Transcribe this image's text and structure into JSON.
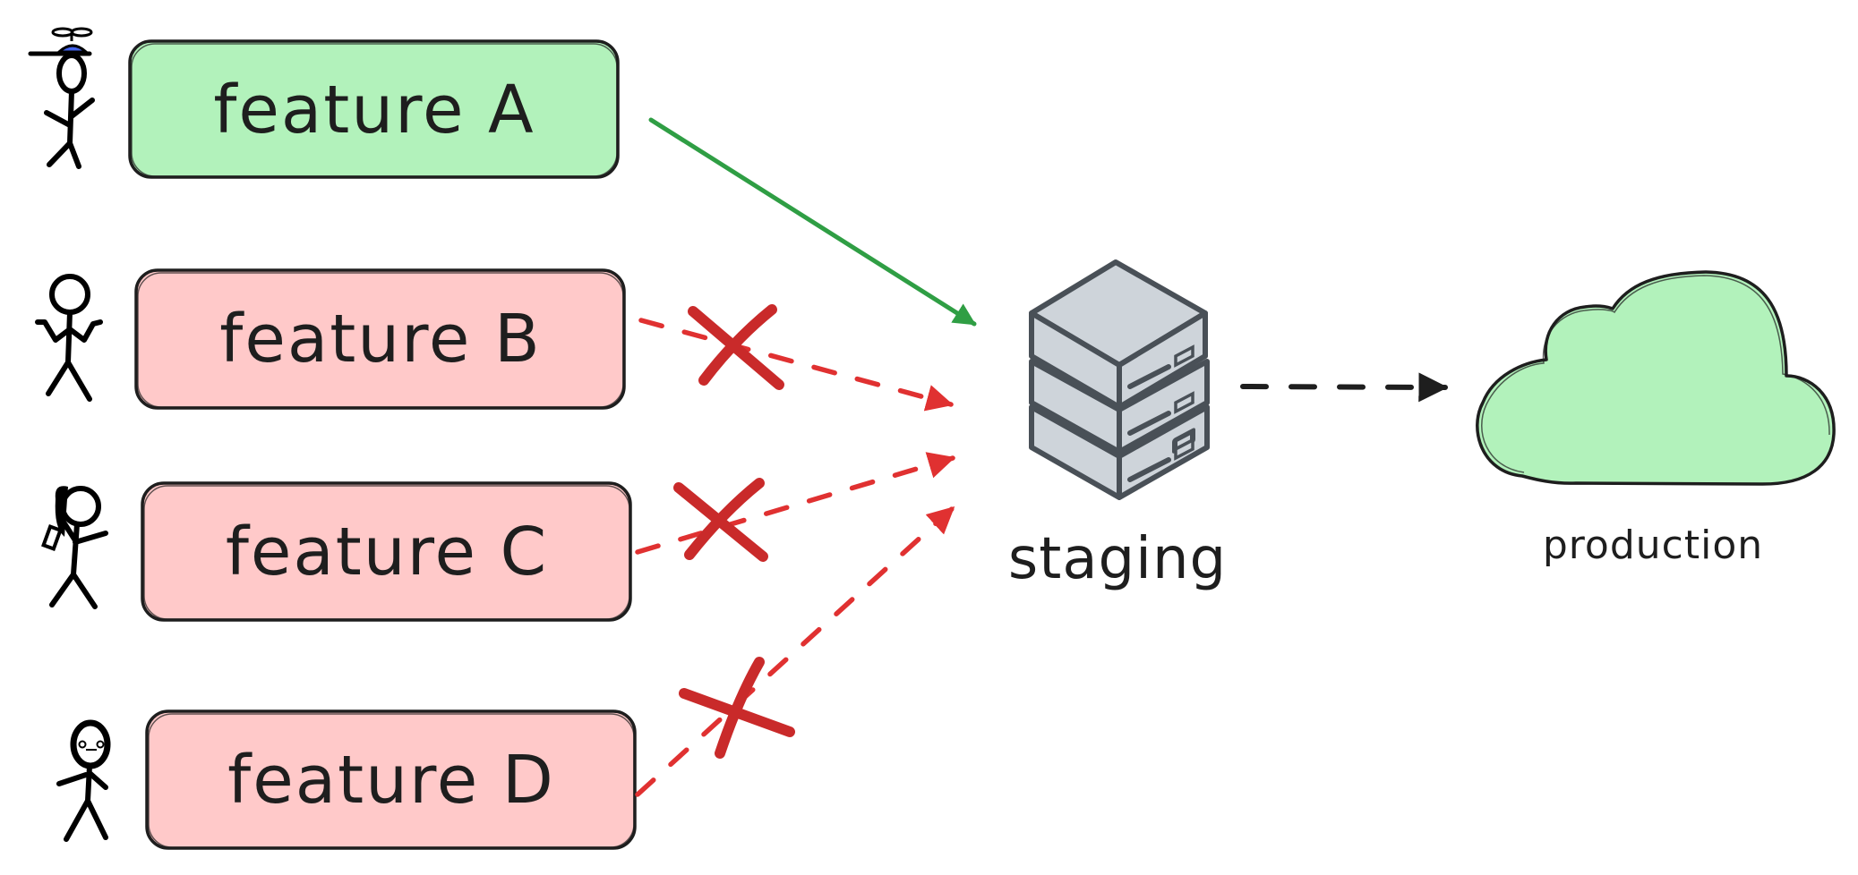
{
  "diagram": {
    "features": [
      {
        "id": "A",
        "label": "feature A",
        "status": "accepted",
        "fill": "#b2f2bb",
        "developer": "propeller-cap developer"
      },
      {
        "id": "B",
        "label": "feature B",
        "status": "blocked",
        "fill": "#ffc9c9",
        "developer": "shrugging developer"
      },
      {
        "id": "C",
        "label": "feature C",
        "status": "blocked",
        "fill": "#ffc9c9",
        "developer": "developer on phone"
      },
      {
        "id": "D",
        "label": "feature D",
        "status": "blocked",
        "fill": "#ffc9c9",
        "developer": "worried developer"
      }
    ],
    "staging": {
      "label": "staging",
      "icon": "server-stack-icon",
      "fill": "#ced4da",
      "stroke": "#495057"
    },
    "production": {
      "label": "production",
      "icon": "cloud-icon",
      "fill": "#b2f2bb"
    },
    "connections": [
      {
        "from": "feature A",
        "to": "staging",
        "style": "solid",
        "color": "#2f9e44",
        "blocked": false
      },
      {
        "from": "feature B",
        "to": "staging",
        "style": "dashed",
        "color": "#e03131",
        "blocked": true
      },
      {
        "from": "feature C",
        "to": "staging",
        "style": "dashed",
        "color": "#e03131",
        "blocked": true
      },
      {
        "from": "feature D",
        "to": "staging",
        "style": "dashed",
        "color": "#e03131",
        "blocked": true
      },
      {
        "from": "staging",
        "to": "production",
        "style": "dashed",
        "color": "#1e1e1e",
        "blocked": false
      }
    ],
    "colors": {
      "stroke": "#1e1e1e",
      "accepted": "#2f9e44",
      "rejected": "#e03131",
      "cross_mark": "#c92a2a",
      "cap": "#4263eb"
    }
  }
}
